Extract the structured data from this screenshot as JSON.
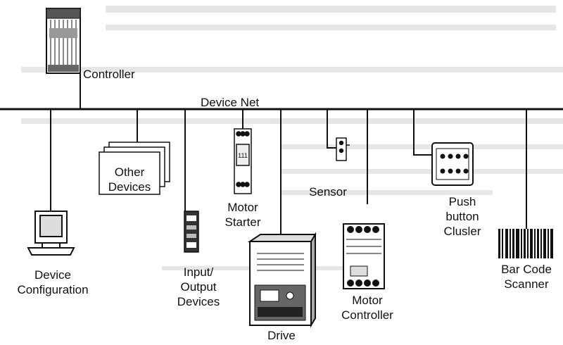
{
  "diagram": {
    "bus_label": "Device Net",
    "controller": {
      "label": "Controller"
    },
    "device_configuration": {
      "line1": "Device",
      "line2": "Configuration"
    },
    "other_devices": {
      "line1": "Other",
      "line2": "Devices"
    },
    "io_devices": {
      "line1": "Input/",
      "line2": "Output",
      "line3": "Devices"
    },
    "motor_starter": {
      "line1": "Motor",
      "line2": "Starter"
    },
    "drive": {
      "label": "Drive"
    },
    "sensor": {
      "label": "Sensor"
    },
    "motor_controller": {
      "line1": "Motor",
      "line2": "Controller"
    },
    "push_button_cluster": {
      "line1": "Push",
      "line2": "button",
      "line3": "Clusler"
    },
    "bar_code_scanner": {
      "line1": "Bar Code",
      "line2": "Scanner"
    }
  }
}
